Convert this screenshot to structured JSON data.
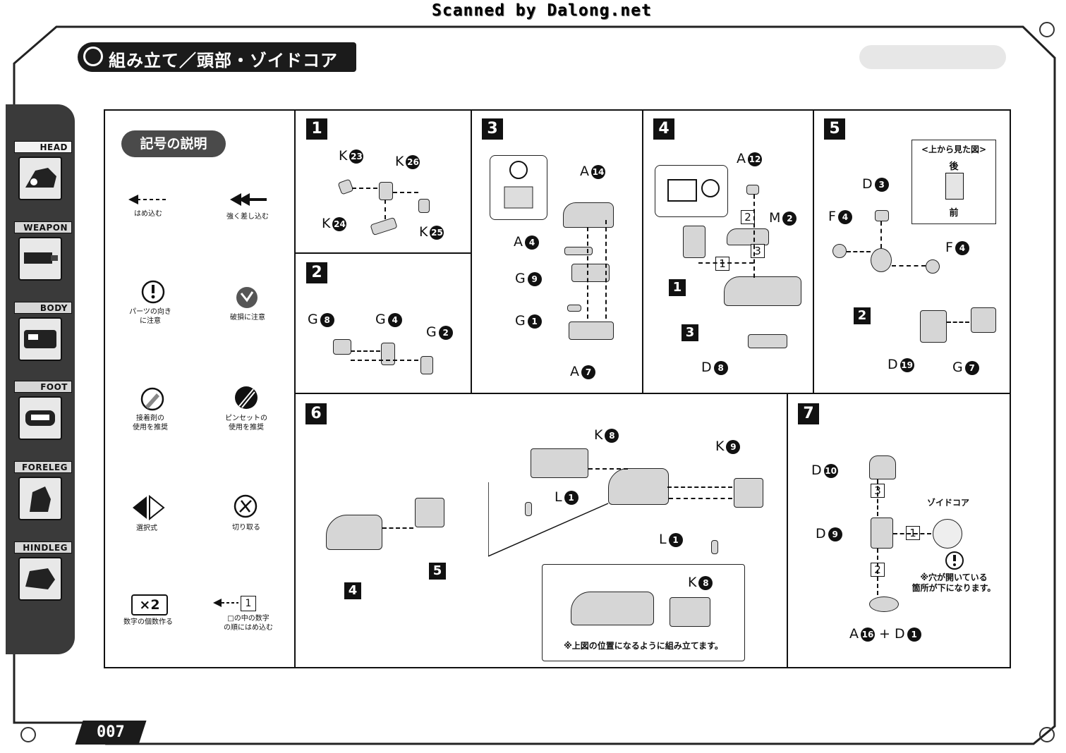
{
  "scanner_credit": "Scanned by Dalong.net",
  "section_title": "組み立て／頭部・ゾイドコア",
  "page_number": "007",
  "sidebar_tabs": [
    {
      "label": "HEAD",
      "active": true
    },
    {
      "label": "WEAPON",
      "active": false
    },
    {
      "label": "BODY",
      "active": false
    },
    {
      "label": "FOOT",
      "active": false
    },
    {
      "label": "FORELEG",
      "active": false
    },
    {
      "label": "HINDLEG",
      "active": false
    }
  ],
  "legend": {
    "title": "記号の説明",
    "items": [
      {
        "caption": "はめ込む",
        "icon": "dashed-arrow-icon"
      },
      {
        "caption": "強く差し込む",
        "icon": "double-arrow-icon"
      },
      {
        "caption": "パーツの向き\nに注意",
        "icon": "exclamation-icon"
      },
      {
        "caption": "破損に注意",
        "icon": "breakage-icon"
      },
      {
        "caption": "接着剤の\n使用を推奨",
        "icon": "glue-icon"
      },
      {
        "caption": "ピンセットの\n使用を推奨",
        "icon": "tweezers-icon"
      },
      {
        "caption": "選択式",
        "icon": "choice-icon"
      },
      {
        "caption": "切り取る",
        "icon": "cut-icon"
      },
      {
        "caption": "数字の個数作る",
        "icon": "x2-icon",
        "symbol": "×2"
      },
      {
        "caption": "□の中の数字\nの順にはめ込む",
        "icon": "order-arrow-icon",
        "symbol": "1"
      }
    ]
  },
  "steps": {
    "s1": {
      "num": "1",
      "parts": [
        [
          "K",
          "23"
        ],
        [
          "K",
          "26"
        ],
        [
          "K",
          "24"
        ],
        [
          "K",
          "25"
        ]
      ]
    },
    "s2": {
      "num": "2",
      "parts": [
        [
          "G",
          "8"
        ],
        [
          "G",
          "4"
        ],
        [
          "G",
          "2"
        ]
      ]
    },
    "s3": {
      "num": "3",
      "parts": [
        [
          "A",
          "14"
        ],
        [
          "A",
          "4"
        ],
        [
          "G",
          "9"
        ],
        [
          "G",
          "1"
        ],
        [
          "A",
          "7"
        ]
      ]
    },
    "s4": {
      "num": "4",
      "parts": [
        [
          "A",
          "12"
        ],
        [
          "M",
          "2"
        ],
        [
          "D",
          "8"
        ]
      ],
      "sub_labels": [
        "1",
        "3"
      ],
      "order": [
        "1",
        "2",
        "3"
      ]
    },
    "s5": {
      "num": "5",
      "parts": [
        [
          "D",
          "3"
        ],
        [
          "F",
          "4"
        ],
        [
          "F",
          "4"
        ],
        [
          "D",
          "19"
        ],
        [
          "G",
          "7"
        ]
      ],
      "sub_labels": [
        "2"
      ],
      "top_view": {
        "title": "<上から見た図>",
        "back": "後",
        "front": "前"
      }
    },
    "s6": {
      "num": "6",
      "parts": [
        [
          "K",
          "8"
        ],
        [
          "K",
          "9"
        ],
        [
          "L",
          "1"
        ],
        [
          "L",
          "1"
        ],
        [
          "K",
          "8"
        ]
      ],
      "sub_labels": [
        "4",
        "5"
      ],
      "note": "※上図の位置になるように組み立てます。"
    },
    "s7": {
      "num": "7",
      "parts": [
        [
          "D",
          "10"
        ],
        [
          "D",
          "9"
        ],
        [
          "A",
          "16"
        ],
        [
          "D",
          "1"
        ]
      ],
      "order": [
        "3",
        "1",
        "2"
      ],
      "core_label": "ゾイドコア",
      "hole_note": "※穴が開いている\n箇所が下になります。",
      "plus": "+"
    }
  }
}
